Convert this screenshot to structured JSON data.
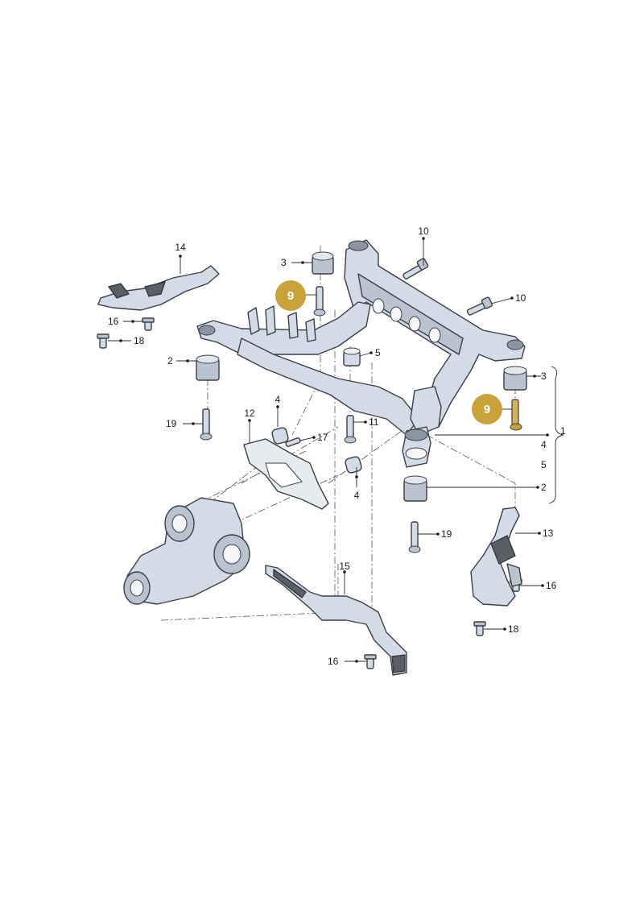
{
  "callouts": [
    {
      "id": "c14",
      "text": "14"
    },
    {
      "id": "c10a",
      "text": "10"
    },
    {
      "id": "c10b",
      "text": "10"
    },
    {
      "id": "c3a",
      "text": "3"
    },
    {
      "id": "c3b",
      "text": "3"
    },
    {
      "id": "c16a",
      "text": "16"
    },
    {
      "id": "c18a",
      "text": "18"
    },
    {
      "id": "c2a",
      "text": "2"
    },
    {
      "id": "c5",
      "text": "5"
    },
    {
      "id": "c1",
      "text": "1"
    },
    {
      "id": "c4a",
      "text": "4"
    },
    {
      "id": "c4b",
      "text": "4"
    },
    {
      "id": "c4c",
      "text": "4"
    },
    {
      "id": "c5b",
      "text": "5"
    },
    {
      "id": "c2b",
      "text": "2"
    },
    {
      "id": "c19a",
      "text": "19"
    },
    {
      "id": "c12",
      "text": "12"
    },
    {
      "id": "c17",
      "text": "17"
    },
    {
      "id": "c11",
      "text": "11"
    },
    {
      "id": "c19b",
      "text": "19"
    },
    {
      "id": "c13",
      "text": "13"
    },
    {
      "id": "c16b",
      "text": "16"
    },
    {
      "id": "c15",
      "text": "15"
    },
    {
      "id": "c18b",
      "text": "18"
    },
    {
      "id": "c16c",
      "text": "16"
    }
  ],
  "badges": [
    {
      "id": "b9a",
      "text": "9",
      "color": "#c9a23a"
    },
    {
      "id": "b9b",
      "text": "9",
      "color": "#c9a23a"
    }
  ],
  "colors": {
    "part_fill": "#d3dce6",
    "part_stroke": "#3a3f47",
    "badge": "#c9a23a",
    "label": "#1a1a1a"
  }
}
